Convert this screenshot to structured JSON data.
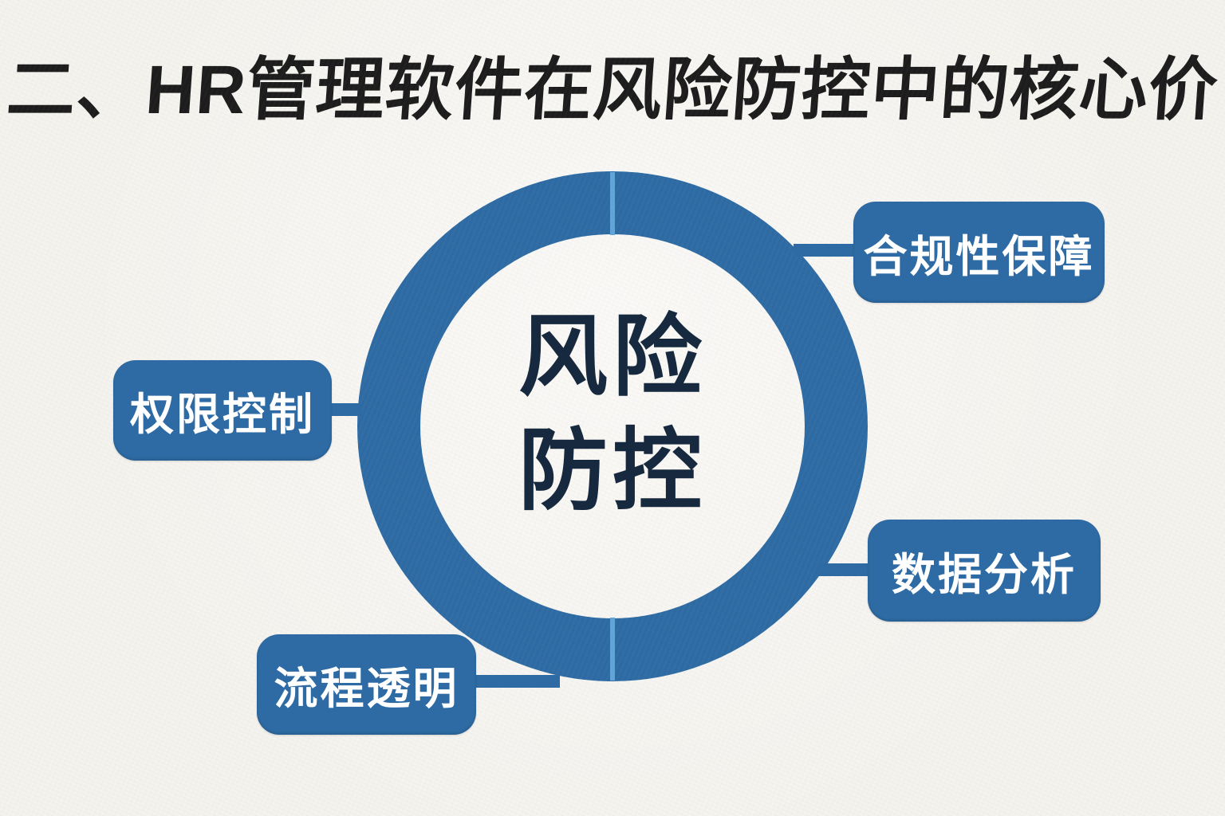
{
  "title": "二、HR管理软件在风险防控中的核心价",
  "center": {
    "line1": "风险",
    "line2": "防控"
  },
  "nodes": [
    {
      "id": "compliance",
      "label": "合规性保障",
      "position": "top-right"
    },
    {
      "id": "permission",
      "label": "权限控制",
      "position": "left"
    },
    {
      "id": "analysis",
      "label": "数据分析",
      "position": "bottom-right"
    },
    {
      "id": "process",
      "label": "流程透明",
      "position": "bottom-left"
    }
  ],
  "colors": {
    "background": "#f5f3ee",
    "ring_blue": "#2e6ba4",
    "ring_divider_light_blue": "#61a5d6",
    "node_fill": "#2e6ba4",
    "node_text": "#ffffff",
    "center_text": "#17293e",
    "title_text": "#1c1c1c"
  }
}
